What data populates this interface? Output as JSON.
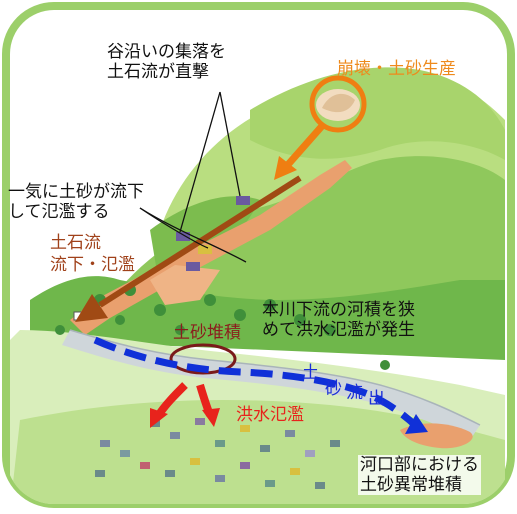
{
  "labels": {
    "village_hit": [
      "谷沿いの集落を",
      "土石流が直撃"
    ],
    "collapse": "崩壊・土砂生産",
    "flow_down": [
      "一気に土砂が流下",
      "して氾濫する"
    ],
    "debris_flow": [
      "土石流",
      "流下・氾濫"
    ],
    "sediment_deposit": "土砂堆積",
    "riverbed_narrow": [
      "本川下流の河積を狭",
      "めて洪水氾濫が発生"
    ],
    "sediment_outflow": [
      "土",
      "砂",
      "流",
      "出"
    ],
    "flood": "洪水氾濫",
    "estuary": [
      "河口部における",
      "土砂異常堆積"
    ]
  },
  "colors": {
    "frame": "#9ccf6a",
    "mountain_light": "#b7dd7c",
    "mountain_dark": "#6fb74b",
    "debris": "#e9a06e",
    "debris_arrow": "#a04a14",
    "collapse_orange": "#ef7e12",
    "river": "#cfd6da",
    "flow_blue": "#1030d8",
    "flood_red": "#e8231c",
    "deposit_circle": "#7a1a1a"
  }
}
